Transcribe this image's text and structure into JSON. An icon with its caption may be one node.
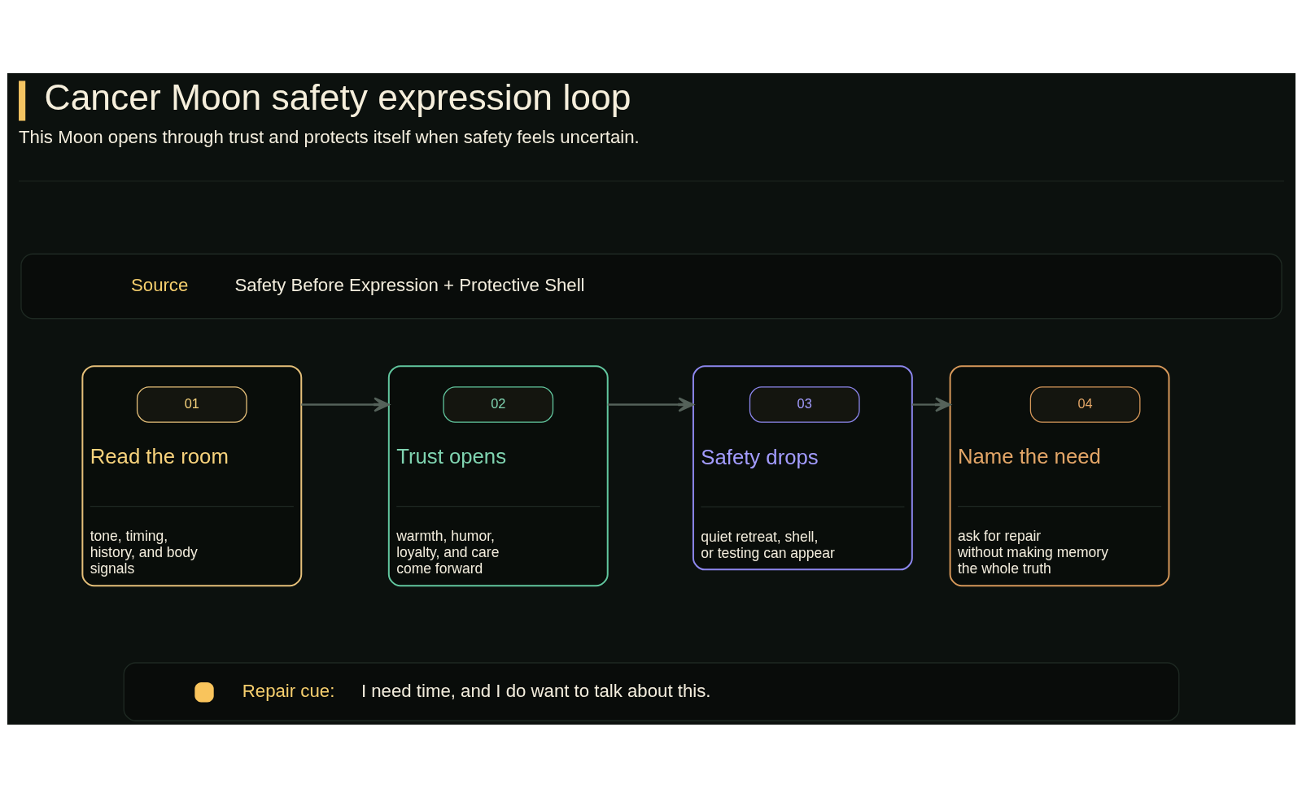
{
  "diagram": {
    "title": "Cancer Moon safety expression loop",
    "nodes": [
      {
        "text": [
          "Source",
          "Safety Before Expression + Protective Shell"
        ]
      },
      {
        "text": [
          "Read the room",
          "tone, timing, history, and body signals"
        ]
      },
      {
        "text": [
          "01"
        ],
        "in": 1
      },
      {
        "text": [
          "Trust opens",
          "warmth, humor, loyalty, and care come forward"
        ]
      },
      {
        "text": [
          "02"
        ],
        "in": 3
      },
      {
        "text": [
          "Safety drops",
          "quiet retreat, shell, or testing can appear"
        ]
      },
      {
        "text": [
          "03"
        ],
        "in": 5
      },
      {
        "text": [
          "Name the need",
          "ask for repair without making memory the whole truth"
        ]
      },
      {
        "text": [
          "04"
        ],
        "in": 7
      },
      {
        "text": [
          "Repair cue:",
          "I need time, and I do want to talk about this."
        ]
      }
    ],
    "edges": [
      {
        "from": 1,
        "to": 3,
        "arrow": "to"
      },
      {
        "from": 3,
        "to": 5,
        "arrow": "to"
      },
      {
        "from": 5,
        "to": 7,
        "arrow": "to"
      }
    ],
    "labels": [
      "This Moon opens through trust and protects itself when safety feels uncertain."
    ]
  }
}
